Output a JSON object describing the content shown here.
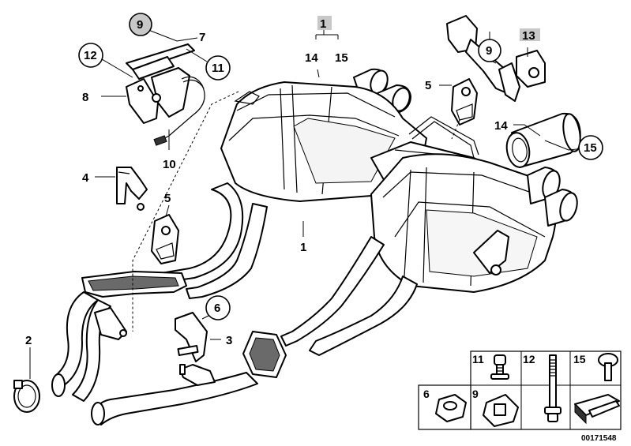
{
  "callouts": {
    "c1_main": "1",
    "c1_under": "1",
    "c2": "2",
    "c3": "3",
    "c4": "4",
    "c5_top": "5",
    "c5_left": "5",
    "c6": "6",
    "c7": "7",
    "c8": "8",
    "c9_top": "9",
    "c9_right": "9",
    "c10": "10",
    "c11": "11",
    "c12": "12",
    "c13": "13",
    "c14_group": "14",
    "c15_group": "15",
    "c14_right": "14",
    "c15_right": "15"
  },
  "hardware_table": {
    "cells": [
      {
        "label": "11",
        "part": "bolt"
      },
      {
        "label": "12",
        "part": "long-bolt"
      },
      {
        "label": "15",
        "part": "rivet"
      },
      {
        "label": "6",
        "part": "hex-nut"
      },
      {
        "label": "9",
        "part": "square-nut"
      },
      {
        "label": "",
        "part": "wedge"
      }
    ]
  },
  "document_id": "00171548",
  "colors": {
    "line": "#000000",
    "highlight": "#c8c8c8",
    "background": "#ffffff"
  }
}
